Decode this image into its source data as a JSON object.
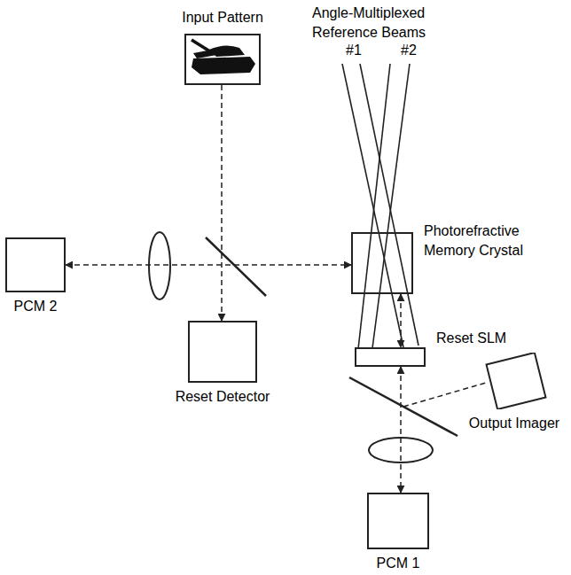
{
  "diagram": {
    "nodes": [
      {
        "text": [
          "Input Pattern"
        ]
      },
      {
        "text": [
          "PCM 2"
        ]
      },
      {
        "text": [
          "Photorefractive Memory Crystal"
        ]
      },
      {
        "text": [
          "Reset SLM"
        ]
      },
      {
        "text": [
          "Reset Detector"
        ]
      },
      {
        "text": [
          "Output Imager"
        ]
      },
      {
        "text": [
          "PCM 1"
        ]
      }
    ],
    "edges": [
      {
        "from": 0,
        "to": 4,
        "arrow": "to"
      },
      {
        "from": 1,
        "to": 2,
        "arrow": "both"
      },
      {
        "from": 2,
        "to": 3,
        "arrow": "both"
      },
      {
        "from": 3,
        "to": 6,
        "arrow": "both"
      }
    ],
    "labels": [
      "Angle-Multiplexed Reference Beams",
      "#1",
      "#2"
    ]
  }
}
